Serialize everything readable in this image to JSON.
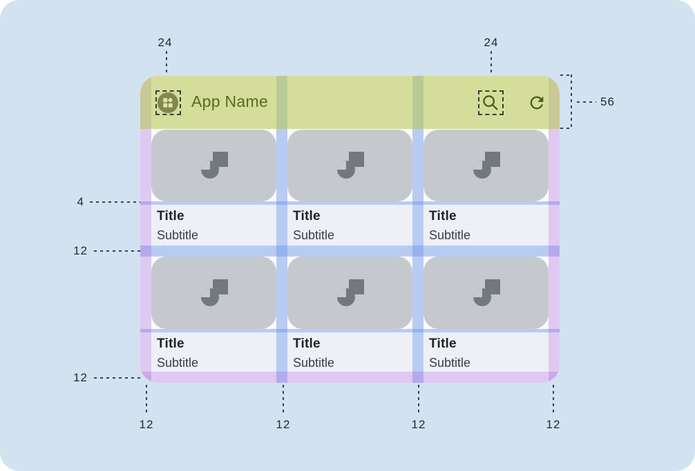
{
  "diagram": {
    "type": "layout-spacing-spec",
    "measurements": {
      "top": [
        "24",
        "24"
      ],
      "right": [
        "56"
      ],
      "left": [
        "4",
        "12",
        "12"
      ],
      "bottom": [
        "12",
        "12",
        "12",
        "12"
      ]
    }
  },
  "app": {
    "name": "App Name",
    "icons": {
      "logo": "widgets-icon",
      "search": "search-icon",
      "refresh": "refresh-icon",
      "card_image": "image-placeholder-icon"
    }
  },
  "cards": [
    {
      "title": "Title",
      "subtitle": "Subtitle"
    },
    {
      "title": "Title",
      "subtitle": "Subtitle"
    },
    {
      "title": "Title",
      "subtitle": "Subtitle"
    },
    {
      "title": "Title",
      "subtitle": "Subtitle"
    },
    {
      "title": "Title",
      "subtitle": "Subtitle"
    },
    {
      "title": "Title",
      "subtitle": "Subtitle"
    }
  ],
  "colors": {
    "page_bg": "#d2e2f1",
    "header_green": "#d7e19e",
    "margin_purple": "#e3cdf4",
    "spacer_blue": "#bdcff4",
    "card_image_gray": "#c5c9ce",
    "card_text_bg": "#eef0f6",
    "icon_olive": "#50591c",
    "placeholder_gray": "#73777e"
  }
}
